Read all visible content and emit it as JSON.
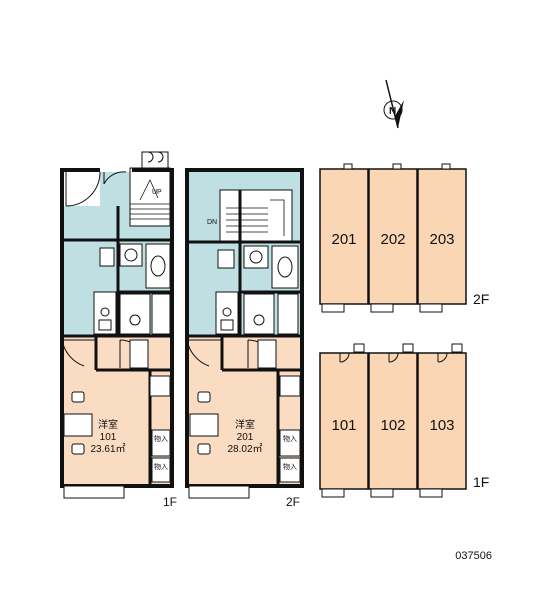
{
  "colors": {
    "wet_area": "#bfe0e2",
    "room": "#fadcc2",
    "unit": "#fbd6b4",
    "wall": "#111111",
    "fixture_fill": "#ffffff",
    "north_arrow": "#111111"
  },
  "compass": {
    "letter": "N",
    "icon": "north-arrow-icon"
  },
  "plans": [
    {
      "id": "plan-101",
      "floor_label": "1F",
      "room_type": "洋室",
      "room_number": "101",
      "area": "23.61㎡",
      "stair_label": "UP",
      "storage_label_1": "物入",
      "storage_label_2": "物入"
    },
    {
      "id": "plan-201",
      "floor_label": "2F",
      "room_type": "洋室",
      "room_number": "201",
      "area": "28.02㎡",
      "stair_label": "DN",
      "storage_label_1": "物入",
      "storage_label_2": "物入"
    }
  ],
  "building": {
    "upper_floor": {
      "label": "2F",
      "units": [
        "201",
        "202",
        "203"
      ]
    },
    "lower_floor": {
      "label": "1F",
      "units": [
        "101",
        "102",
        "103"
      ]
    }
  },
  "property_code": "037506"
}
